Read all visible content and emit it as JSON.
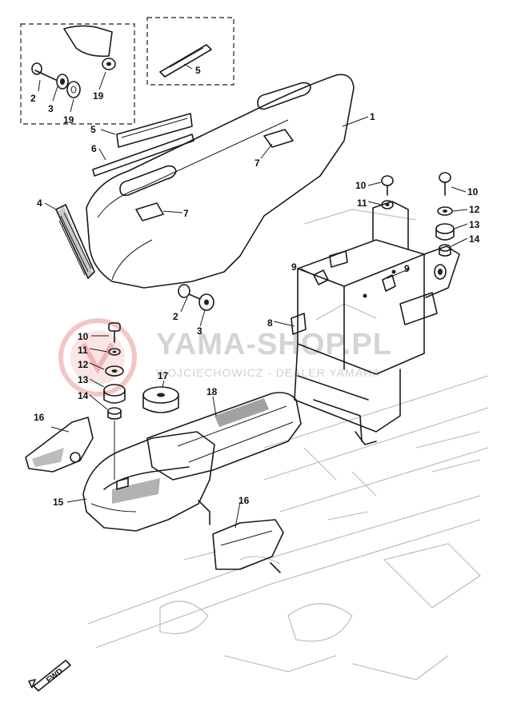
{
  "diagram": {
    "watermark": {
      "brand": "YAMA-SHOP.PL",
      "tagline": "WOJCIECHOWICZ - DEALER YAMAHA"
    },
    "direction_marker": "FWD",
    "callouts": [
      {
        "id": "c1",
        "label": "1"
      },
      {
        "id": "c2a",
        "label": "2"
      },
      {
        "id": "c2b",
        "label": "2"
      },
      {
        "id": "c3a",
        "label": "3"
      },
      {
        "id": "c3b",
        "label": "3"
      },
      {
        "id": "c4",
        "label": "4"
      },
      {
        "id": "c5a",
        "label": "5"
      },
      {
        "id": "c5b",
        "label": "5"
      },
      {
        "id": "c6",
        "label": "6"
      },
      {
        "id": "c7a",
        "label": "7"
      },
      {
        "id": "c7b",
        "label": "7"
      },
      {
        "id": "c8",
        "label": "8"
      },
      {
        "id": "c9a",
        "label": "9"
      },
      {
        "id": "c9b",
        "label": "9"
      },
      {
        "id": "c10a",
        "label": "10"
      },
      {
        "id": "c10b",
        "label": "10"
      },
      {
        "id": "c11a",
        "label": "11"
      },
      {
        "id": "c11b",
        "label": "11"
      },
      {
        "id": "c12a",
        "label": "12"
      },
      {
        "id": "c12b",
        "label": "12"
      },
      {
        "id": "c13a",
        "label": "13"
      },
      {
        "id": "c13b",
        "label": "13"
      },
      {
        "id": "c14a",
        "label": "14"
      },
      {
        "id": "c14b",
        "label": "14"
      },
      {
        "id": "c15",
        "label": "15"
      },
      {
        "id": "c16a",
        "label": "16"
      },
      {
        "id": "c16b",
        "label": "16"
      },
      {
        "id": "c17",
        "label": "17"
      },
      {
        "id": "c18",
        "label": "18"
      },
      {
        "id": "c19a",
        "label": "19"
      },
      {
        "id": "c19b",
        "label": "19"
      }
    ]
  }
}
